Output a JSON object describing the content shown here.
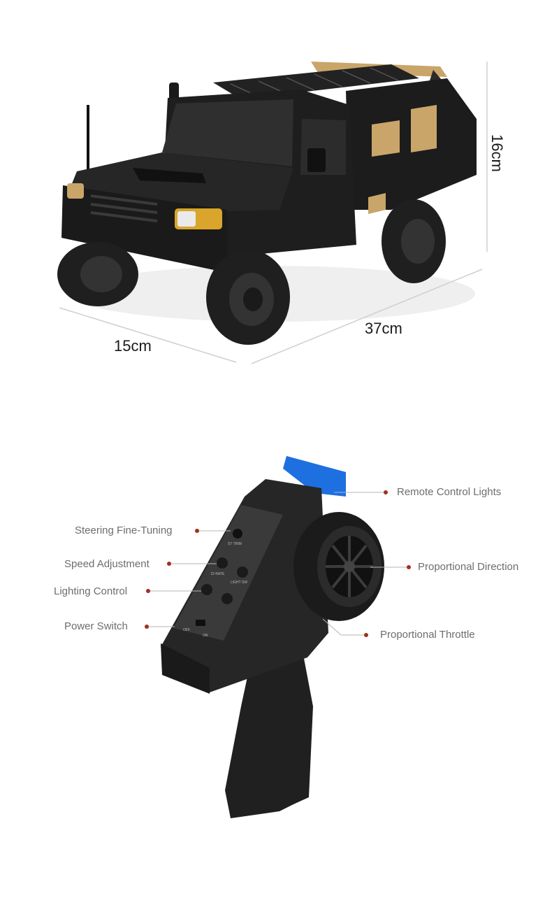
{
  "dimensions": {
    "width": "15cm",
    "length": "37cm",
    "height": "16cm"
  },
  "callouts": {
    "remote_lights": "Remote Control Lights",
    "steering_fine_tuning": "Steering Fine-Tuning",
    "speed_adjustment": "Speed Adjustment",
    "proportional_direction": "Proportional Direction",
    "lighting_control": "Lighting Control",
    "power_switch": "Power Switch",
    "proportional_throttle": "Proportional Throttle"
  },
  "remote_panel": {
    "st_trim": "ST TRIM",
    "dr_rate": "D/ RATE",
    "light_sw": "LIGHT SW",
    "off": "OFF",
    "on": "ON"
  },
  "colors": {
    "truck_body": "#1c1c1c",
    "tan_accent": "#c9a56a",
    "remote_blue": "#1e6fe0",
    "callout_dot": "#a0301f"
  }
}
